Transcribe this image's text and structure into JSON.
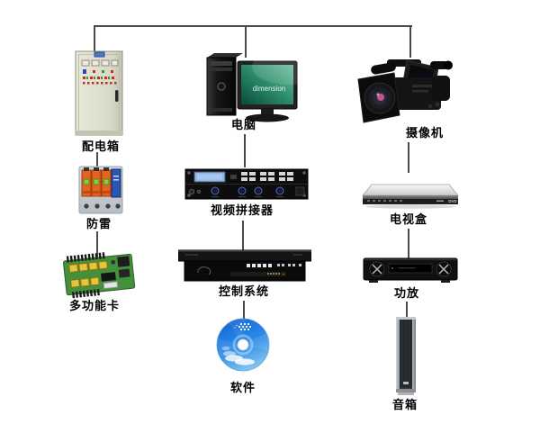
{
  "diagram": {
    "background_color": "#ffffff",
    "connector_color": "#4a4a4a",
    "nodes": [
      {
        "id": "power-box",
        "label": "配电箱"
      },
      {
        "id": "computer",
        "label": "电脑",
        "screen_text": "dimension"
      },
      {
        "id": "camera",
        "label": "摄像机"
      },
      {
        "id": "surge-protector",
        "label": "防雷"
      },
      {
        "id": "video-splicer",
        "label": "视频拼接器"
      },
      {
        "id": "tv-box",
        "label": "电视盒",
        "logo_text": "DVD"
      },
      {
        "id": "multifunction-card",
        "label": "多功能卡"
      },
      {
        "id": "control-system",
        "label": "控制系统"
      },
      {
        "id": "amplifier",
        "label": "功放"
      },
      {
        "id": "software",
        "label": "软件"
      },
      {
        "id": "speaker",
        "label": "音箱"
      }
    ],
    "edges": [
      {
        "from": "top-bus",
        "to": "power-box"
      },
      {
        "from": "top-bus",
        "to": "computer"
      },
      {
        "from": "top-bus",
        "to": "camera"
      },
      {
        "from": "power-box",
        "to": "surge-protector"
      },
      {
        "from": "surge-protector",
        "to": "multifunction-card"
      },
      {
        "from": "computer",
        "to": "video-splicer"
      },
      {
        "from": "video-splicer",
        "to": "control-system"
      },
      {
        "from": "control-system",
        "to": "software"
      },
      {
        "from": "camera",
        "to": "tv-box"
      },
      {
        "from": "tv-box",
        "to": "amplifier"
      },
      {
        "from": "amplifier",
        "to": "speaker"
      }
    ]
  }
}
